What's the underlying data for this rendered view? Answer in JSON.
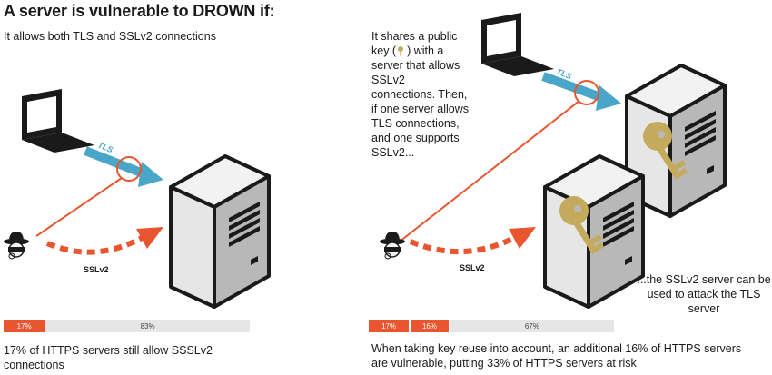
{
  "title": "A server is vulnerable to DROWN if:",
  "left": {
    "subtitle": "It allows both TLS and SSLv2 connections",
    "tls_label": "TLS",
    "sslv2_label": "SSLv2",
    "bar": [
      {
        "label": "17%",
        "value": 17,
        "color": "#e8552e"
      },
      {
        "label": "83%",
        "value": 83,
        "color": "#e6e6e6"
      }
    ],
    "caption_line1": "17% of HTTPS servers still allow SSSLv2",
    "caption_line2": "connections"
  },
  "right": {
    "desc_before_key": "It shares a public key (",
    "desc_after_key": ") with a server that allows SSLv2 connections. Then, if one server allows TLS connections, and one supports SSLv2...",
    "tls_label": "TLS",
    "sslv2_label": "SSLv2",
    "note": "...the SSLv2 server can be used to attack the TLS server",
    "bar": [
      {
        "label": "17%",
        "value": 17,
        "color": "#e8552e"
      },
      {
        "label": "16%",
        "value": 16,
        "color": "#e8552e"
      },
      {
        "label": "67%",
        "value": 67,
        "color": "#e6e6e6"
      }
    ],
    "caption_line1": "When taking key reuse into account, an additional 16% of HTTPS servers",
    "caption_line2": "are vulnerable, putting 33% of HTTPS servers at risk"
  },
  "icons": [
    "laptop-icon",
    "server-icon",
    "key-icon",
    "attacker-icon"
  ],
  "colors": {
    "accent_red": "#e8552e",
    "tls_blue": "#4aa6c8",
    "key_gold": "#c4aa5c"
  }
}
